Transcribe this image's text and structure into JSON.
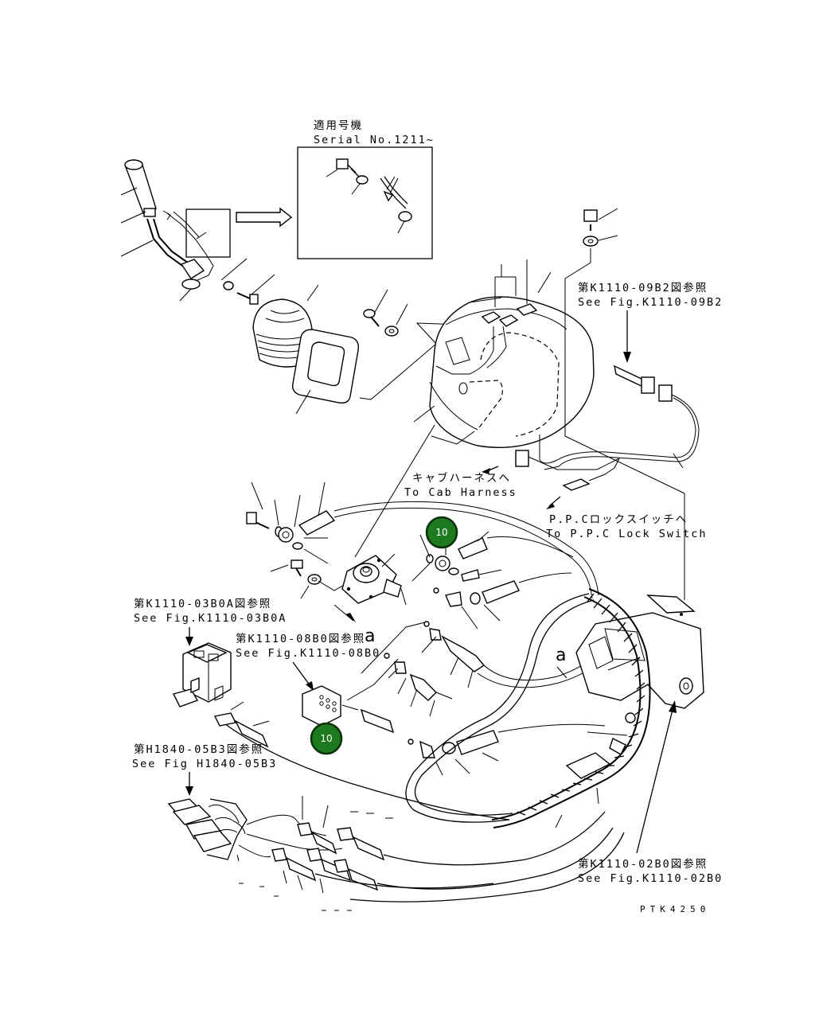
{
  "inset": {
    "title_jp": "適用号機",
    "title_en": "Serial No.1211~"
  },
  "refs": {
    "fig_k1110_09b2_jp": "第K1110-09B2図参照",
    "fig_k1110_09b2_en": "See Fig.K1110-09B2",
    "cab_harness_jp": "キャブハーネスへ",
    "cab_harness_en": "To Cab Harness",
    "ppc_lock_jp": "P.P.Cロックスイッチへ",
    "ppc_lock_en": "To P.P.C Lock Switch",
    "fig_k1110_03b0a_jp": "第K1110-03B0A図参照",
    "fig_k1110_03b0a_en": "See Fig.K1110-03B0A",
    "fig_k1110_08b0_jp": "第K1110-08B0図参照",
    "fig_k1110_08b0_en": "See Fig.K1110-08B0",
    "fig_h1840_05b3_jp": "第H1840-05B3図参照",
    "fig_h1840_05b3_en": "See Fig H1840-05B3",
    "fig_k1110_02b0_jp": "第K1110-02B0図参照",
    "fig_k1110_02b0_en": "See Fig.K1110-02B0"
  },
  "markers": {
    "a_left": "a",
    "a_right": "a"
  },
  "badges": [
    {
      "label": "10",
      "color": "#1e7a1e"
    },
    {
      "label": "10",
      "color": "#1e7a1e"
    }
  ],
  "drawing_code": "PTK4250"
}
